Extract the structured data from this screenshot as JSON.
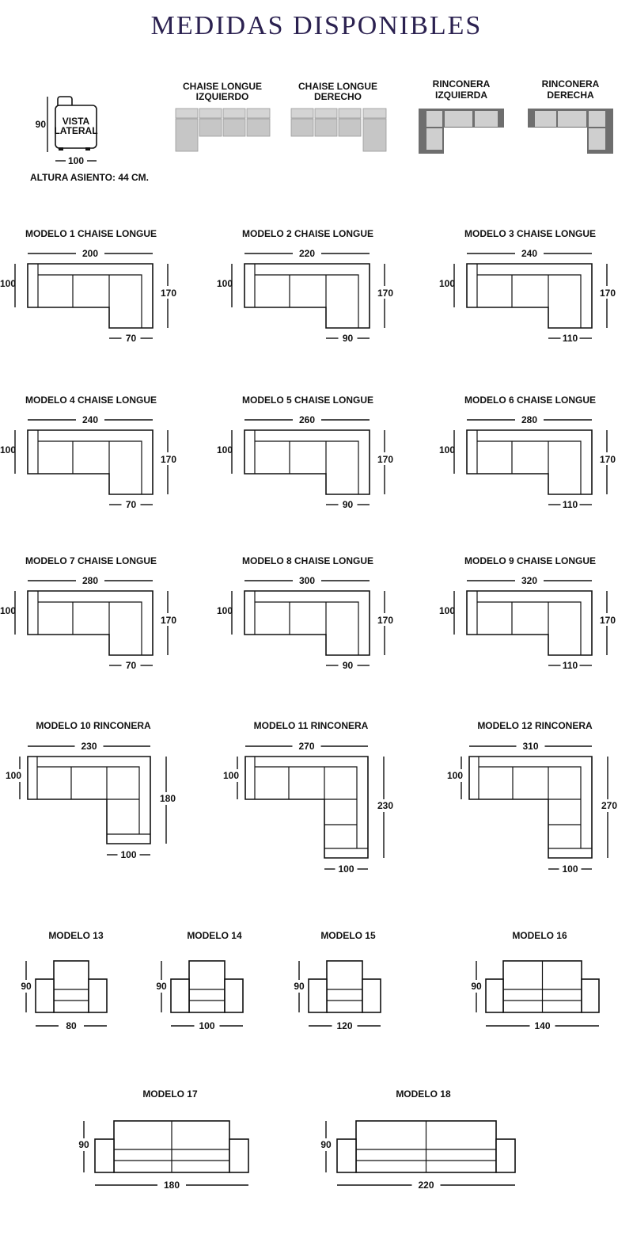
{
  "page_title": "MEDIDAS DISPONIBLES",
  "side_view": {
    "label_line1": "VISTA",
    "label_line2": "LATERAL",
    "height": "90",
    "depth": "100",
    "seat_height": "ALTURA ASIENTO: 44 CM."
  },
  "configurations": [
    {
      "line1": "CHAISE LONGUE",
      "line2": "IZQUIERDO"
    },
    {
      "line1": "CHAISE LONGUE",
      "line2": "DERECHO"
    },
    {
      "line1": "RINCONERA",
      "line2": "IZQUIERDA"
    },
    {
      "line1": "RINCONERA",
      "line2": "DERECHA"
    }
  ],
  "colors": {
    "title": "#2b2150",
    "light_module": "#c8c8c8",
    "dark_frame": "#707070",
    "line": "#111111"
  },
  "chaise_models": [
    {
      "name": "MODELO 1 CHAISE LONGUE",
      "width": "200",
      "depth": "100",
      "chaise_length": "170",
      "chaise_width": "70"
    },
    {
      "name": "MODELO 2 CHAISE LONGUE",
      "width": "220",
      "depth": "100",
      "chaise_length": "170",
      "chaise_width": "90"
    },
    {
      "name": "MODELO 3 CHAISE LONGUE",
      "width": "240",
      "depth": "100",
      "chaise_length": "170",
      "chaise_width": "110"
    },
    {
      "name": "MODELO 4 CHAISE LONGUE",
      "width": "240",
      "depth": "100",
      "chaise_length": "170",
      "chaise_width": "70"
    },
    {
      "name": "MODELO 5 CHAISE LONGUE",
      "width": "260",
      "depth": "100",
      "chaise_length": "170",
      "chaise_width": "90"
    },
    {
      "name": "MODELO 6 CHAISE LONGUE",
      "width": "280",
      "depth": "100",
      "chaise_length": "170",
      "chaise_width": "110"
    },
    {
      "name": "MODELO 7 CHAISE LONGUE",
      "width": "280",
      "depth": "100",
      "chaise_length": "170",
      "chaise_width": "70"
    },
    {
      "name": "MODELO 8 CHAISE LONGUE",
      "width": "300",
      "depth": "100",
      "chaise_length": "170",
      "chaise_width": "90"
    },
    {
      "name": "MODELO 9 CHAISE LONGUE",
      "width": "320",
      "depth": "100",
      "chaise_length": "170",
      "chaise_width": "110"
    }
  ],
  "corner_models": [
    {
      "name": "MODELO 10 RINCONERA",
      "width": "230",
      "depth": "100",
      "side_length": "180",
      "side_width": "100"
    },
    {
      "name": "MODELO 11 RINCONERA",
      "width": "270",
      "depth": "100",
      "side_length": "230",
      "side_width": "100"
    },
    {
      "name": "MODELO 12 RINCONERA",
      "width": "310",
      "depth": "100",
      "side_length": "270",
      "side_width": "100"
    }
  ],
  "single_models": [
    {
      "name": "MODELO 13",
      "height": "90",
      "width": "80"
    },
    {
      "name": "MODELO 14",
      "height": "90",
      "width": "100"
    },
    {
      "name": "MODELO 15",
      "height": "90",
      "width": "120"
    },
    {
      "name": "MODELO 16",
      "height": "90",
      "width": "140"
    }
  ],
  "double_models": [
    {
      "name": "MODELO 17",
      "height": "90",
      "width": "180"
    },
    {
      "name": "MODELO 18",
      "height": "90",
      "width": "220"
    }
  ]
}
